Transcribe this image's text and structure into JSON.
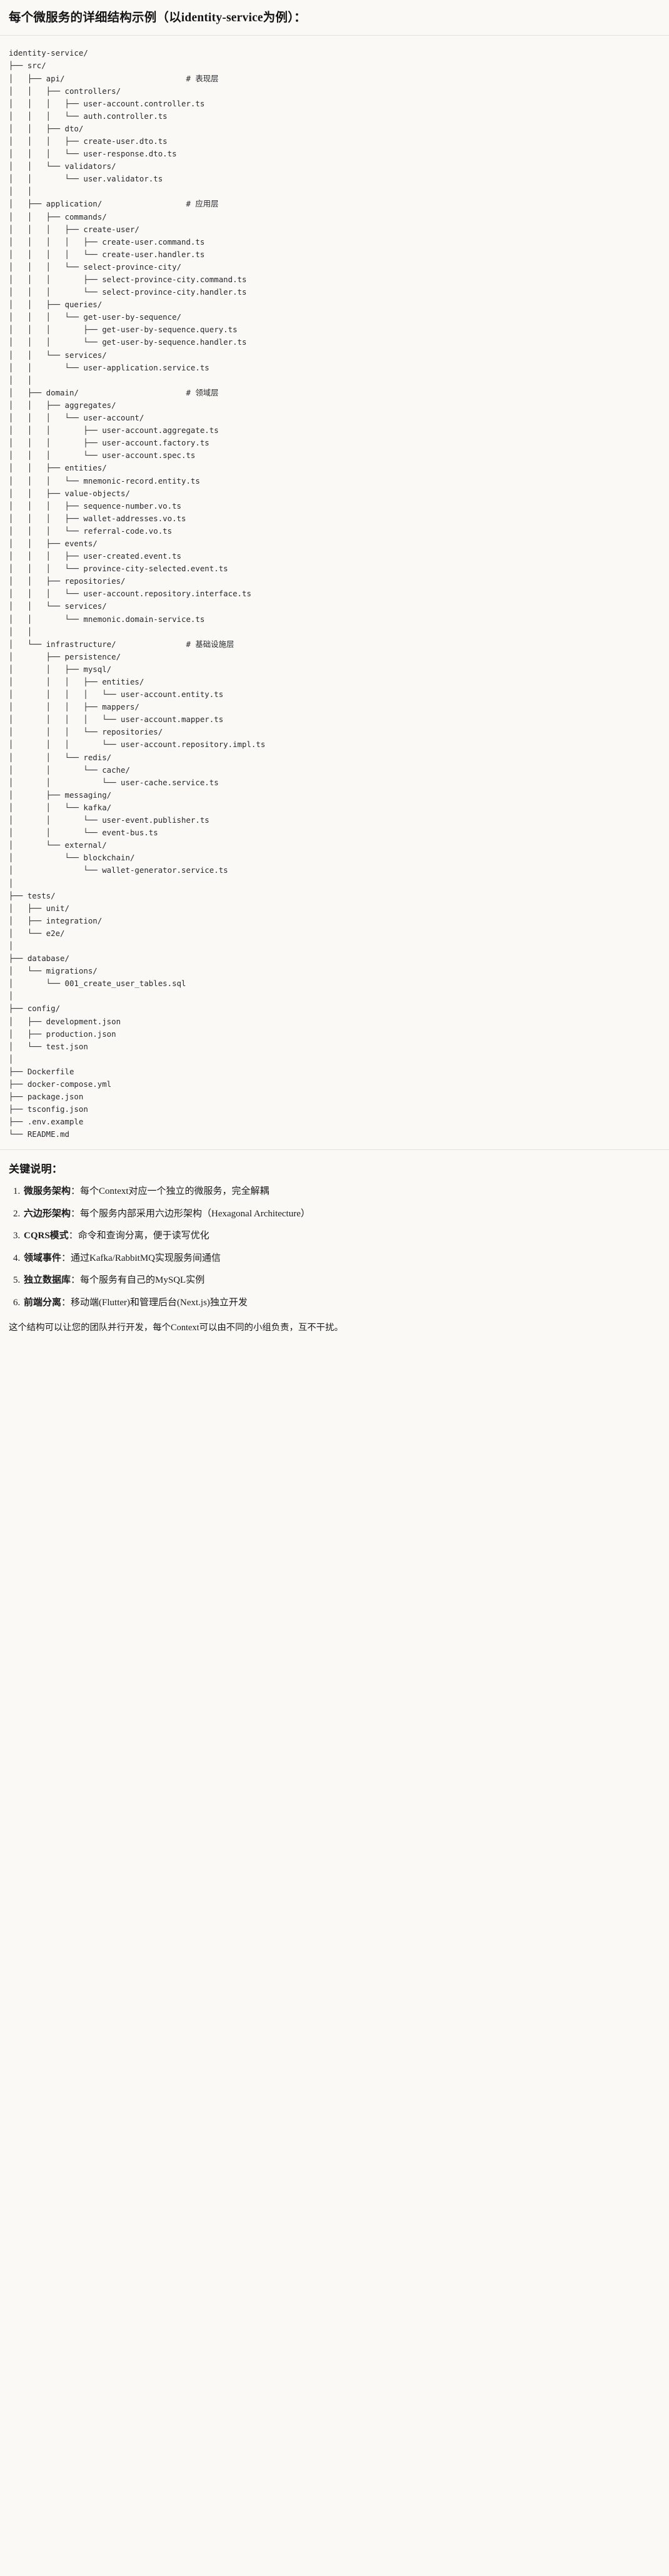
{
  "document": {
    "title": "每个微服务的详细结构示例（以identity-service为例）："
  },
  "tree": {
    "root": "identity-service/",
    "text": "identity-service/\n├── src/\n│   ├── api/                          # 表现层\n│   │   ├── controllers/\n│   │   │   ├── user-account.controller.ts\n│   │   │   └── auth.controller.ts\n│   │   ├── dto/\n│   │   │   ├── create-user.dto.ts\n│   │   │   └── user-response.dto.ts\n│   │   └── validators/\n│   │       └── user.validator.ts\n│   │\n│   ├── application/                  # 应用层\n│   │   ├── commands/\n│   │   │   ├── create-user/\n│   │   │   │   ├── create-user.command.ts\n│   │   │   │   └── create-user.handler.ts\n│   │   │   └── select-province-city/\n│   │   │       ├── select-province-city.command.ts\n│   │   │       └── select-province-city.handler.ts\n│   │   ├── queries/\n│   │   │   └── get-user-by-sequence/\n│   │   │       ├── get-user-by-sequence.query.ts\n│   │   │       └── get-user-by-sequence.handler.ts\n│   │   └── services/\n│   │       └── user-application.service.ts\n│   │\n│   ├── domain/                       # 领域层\n│   │   ├── aggregates/\n│   │   │   └── user-account/\n│   │   │       ├── user-account.aggregate.ts\n│   │   │       ├── user-account.factory.ts\n│   │   │       └── user-account.spec.ts\n│   │   ├── entities/\n│   │   │   └── mnemonic-record.entity.ts\n│   │   ├── value-objects/\n│   │   │   ├── sequence-number.vo.ts\n│   │   │   ├── wallet-addresses.vo.ts\n│   │   │   └── referral-code.vo.ts\n│   │   ├── events/\n│   │   │   ├── user-created.event.ts\n│   │   │   └── province-city-selected.event.ts\n│   │   ├── repositories/\n│   │   │   └── user-account.repository.interface.ts\n│   │   └── services/\n│   │       └── mnemonic.domain-service.ts\n│   │\n│   └── infrastructure/               # 基础设施层\n│       ├── persistence/\n│       │   ├── mysql/\n│       │   │   ├── entities/\n│       │   │   │   └── user-account.entity.ts\n│       │   │   ├── mappers/\n│       │   │   │   └── user-account.mapper.ts\n│       │   │   └── repositories/\n│       │   │       └── user-account.repository.impl.ts\n│       │   └── redis/\n│       │       └── cache/\n│       │           └── user-cache.service.ts\n│       ├── messaging/\n│       │   └── kafka/\n│       │       └── user-event.publisher.ts\n│       │       └── event-bus.ts\n│       └── external/\n│           └── blockchain/\n│               └── wallet-generator.service.ts\n│\n├── tests/\n│   ├── unit/\n│   ├── integration/\n│   └── e2e/\n│\n├── database/\n│   └── migrations/\n│       └── 001_create_user_tables.sql\n│\n├── config/\n│   ├── development.json\n│   ├── production.json\n│   └── test.json\n│\n├── Dockerfile\n├── docker-compose.yml\n├── package.json\n├── tsconfig.json\n├── .env.example\n└── README.md",
    "layer_comments": [
      "# 表现层",
      "# 应用层",
      "# 领域层",
      "# 基础设施层"
    ]
  },
  "notes": {
    "heading": "关键说明：",
    "items": [
      {
        "lead": "微服务架构",
        "body": "：每个Context对应一个独立的微服务，完全解耦"
      },
      {
        "lead": "六边形架构",
        "body": "：每个服务内部采用六边形架构（Hexagonal Architecture）"
      },
      {
        "lead": "CQRS模式",
        "body": "：命令和查询分离，便于读写优化"
      },
      {
        "lead": "领域事件",
        "body": "：通过Kafka/RabbitMQ实现服务间通信"
      },
      {
        "lead": "独立数据库",
        "body": "：每个服务有自己的MySQL实例"
      },
      {
        "lead": "前端分离",
        "body": "：移动端(Flutter)和管理后台(Next.js)独立开发"
      }
    ],
    "closing": "这个结构可以让您的团队并行开发，每个Context可以由不同的小组负责，互不干扰。"
  }
}
